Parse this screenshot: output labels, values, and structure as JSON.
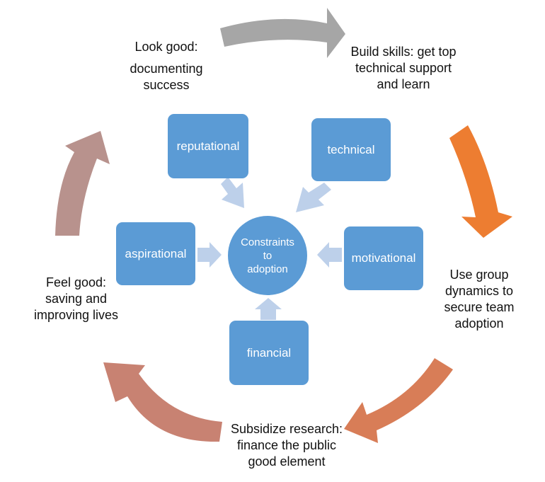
{
  "colors": {
    "box": "#5b9bd5",
    "box_text": "#ffffff",
    "pointer": "#bdd0ea",
    "arrow_gray": "#a6a6a6",
    "arrow_orange": "#ed7d31",
    "arrow_rust": "#d87d57",
    "arrow_salmon": "#c88272",
    "arrow_mauve": "#b8928d"
  },
  "hub": {
    "lines": [
      "Constraints",
      "to",
      "adoption"
    ]
  },
  "constraints": {
    "reputational": "reputational",
    "technical": "technical",
    "motivational": "motivational",
    "financial": "financial",
    "aspirational": "aspirational"
  },
  "cycle": {
    "look_good": [
      "Look good:",
      "documenting",
      "success"
    ],
    "build_skills": [
      "Build skills: get top",
      "technical support",
      "and learn"
    ],
    "group_dynamics": [
      "Use group",
      "dynamics to",
      "secure team",
      "adoption"
    ],
    "subsidize": [
      "Subsidize research:",
      "finance the public",
      "good element"
    ],
    "feel_good": [
      "Feel good:",
      "saving and",
      "improving lives"
    ]
  },
  "icons": {
    "cycle_arrows": "curved-arrow-icon",
    "pointer_arrows": "block-arrow-icon"
  }
}
